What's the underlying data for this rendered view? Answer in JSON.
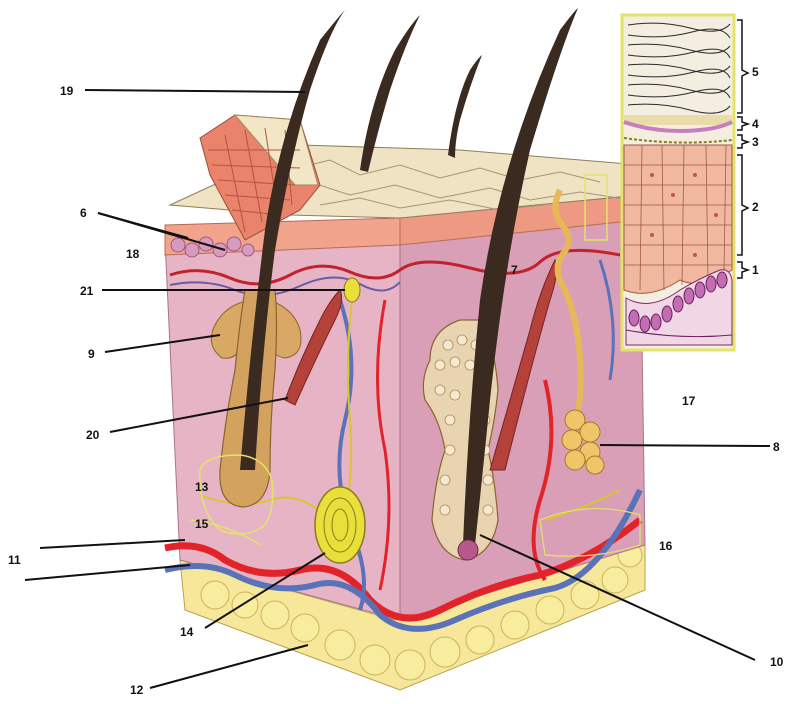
{
  "labels": {
    "l1": "1",
    "l2": "2",
    "l3": "3",
    "l4": "4",
    "l5": "5",
    "l6": "6",
    "l7": "7",
    "l8": "8",
    "l9": "9",
    "l10": "10",
    "l11": "11",
    "l12": "12",
    "l13": "13",
    "l14": "14",
    "l15": "15",
    "l16": "16",
    "l17": "17",
    "l18": "18",
    "l19": "19",
    "l20": "20",
    "l21": "21"
  },
  "colors": {
    "dermis": "#e7b4c6",
    "dermis_side": "#d99fb6",
    "epidermis_top": "#efe3c4",
    "epidermis_band": "#f1a38c",
    "fat": "#f6e79a",
    "hair": "#3b2a1f",
    "follicle": "#d2a25e",
    "artery": "#e2232a",
    "vein": "#5a73b8",
    "nerve": "#d8c530",
    "inset_border": "#e3e36a"
  }
}
